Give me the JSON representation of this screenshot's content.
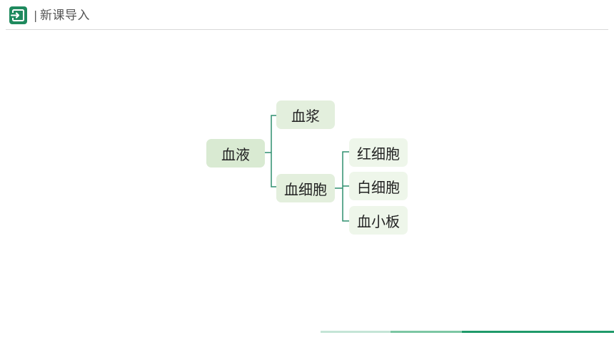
{
  "header": {
    "separator": "|",
    "title": "新课导入",
    "icon": "import-icon",
    "accent_color": "#1f8a5e"
  },
  "diagram": {
    "root": "血液",
    "children": [
      {
        "label": "血浆",
        "children": []
      },
      {
        "label": "血细胞",
        "children": [
          "红细胞",
          "白细胞",
          "血小板"
        ]
      }
    ],
    "line_color": "#2e8f6e"
  },
  "colors": {
    "root_fill": "#d9ead2",
    "mid_fill": "#e3efdd",
    "leaf_fill": "#eef6ea",
    "footer_light": "#b9dfcf",
    "footer_mid": "#7fc7a6",
    "footer_dark": "#1f9a6a"
  }
}
